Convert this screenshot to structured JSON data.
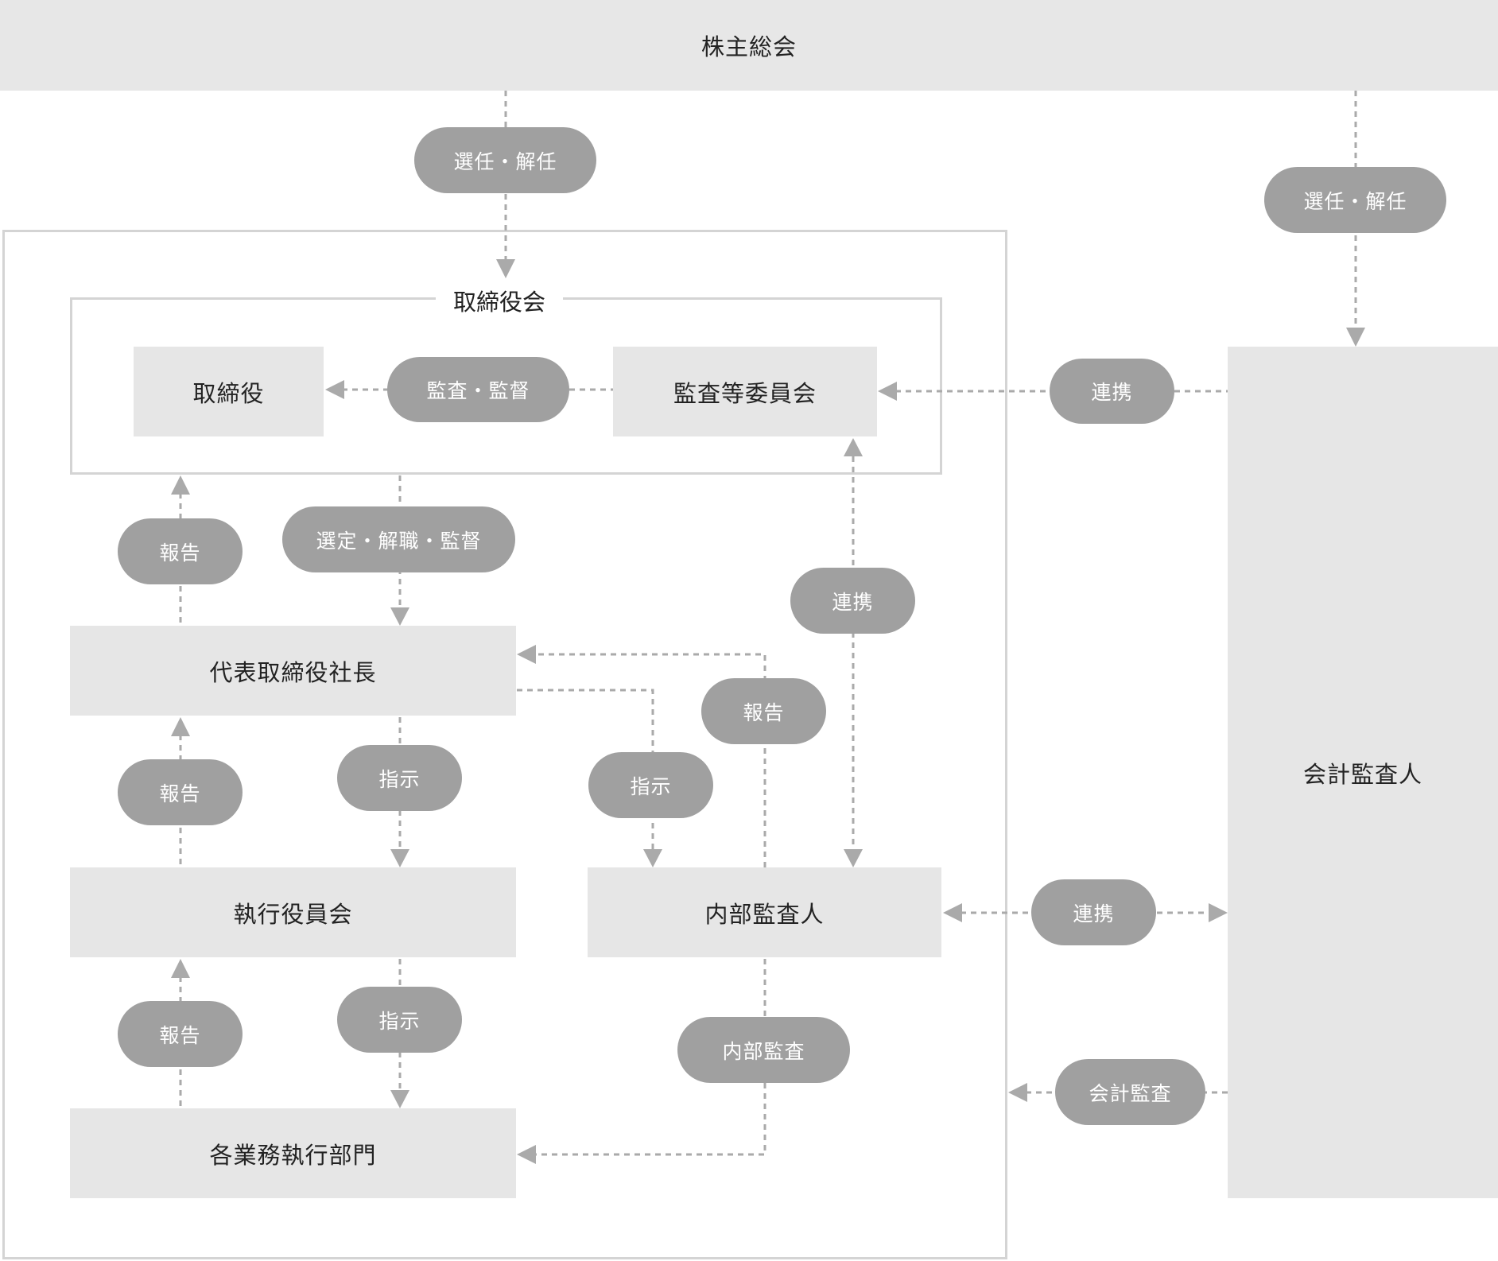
{
  "header": {
    "title": "株主総会"
  },
  "board": {
    "label": "取締役会"
  },
  "nodes": {
    "directors": "取締役",
    "audit_committee": "監査等委員会",
    "president": "代表取締役社長",
    "executive_board": "執行役員会",
    "internal_auditor": "内部監査人",
    "business_divisions": "各業務執行部門",
    "accounting_auditor": "会計監査人"
  },
  "edges": {
    "appoint_board": "選任・解任",
    "appoint_auditor": "選任・解任",
    "audit_supervise": "監査・監督",
    "cooperate_committee_auditor": "連携",
    "report_president_to_board": "報告",
    "select_dismiss_supervise": "選定・解職・監督",
    "cooperate_committee_internal": "連携",
    "report_internal_to_president": "報告",
    "report_exec_to_president": "報告",
    "instruct_president_to_exec": "指示",
    "instruct_president_to_internal": "指示",
    "cooperate_internal_auditor": "連携",
    "report_divisions_to_exec": "報告",
    "instruct_exec_to_divisions": "指示",
    "internal_audit": "内部監査",
    "accounting_audit": "会計監査"
  },
  "colors": {
    "node_bg": "#e6e6e6",
    "pill_bg": "#a0a0a0",
    "line": "#aaaaaa",
    "frame": "#d4d4d4",
    "text": "#222222"
  }
}
